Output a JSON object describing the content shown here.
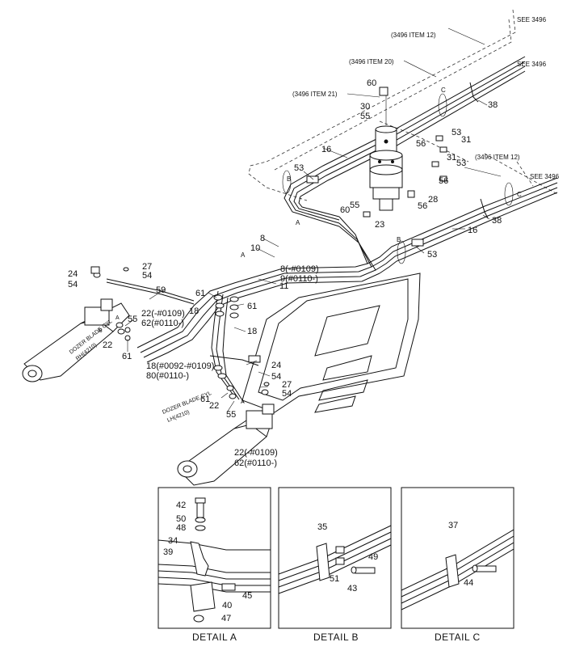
{
  "references": {
    "see_top": "SEE 3496",
    "see_mid": "SEE 3496",
    "see_right": "SEE 3496",
    "item12_top": "(3496 ITEM 12)",
    "item20": "(3496 ITEM 20)",
    "item21": "(3496 ITEM 21)",
    "item12_right": "(3496 ITEM 12)"
  },
  "view_letters": {
    "c_top": "C",
    "c_right": "C",
    "b_left": "B",
    "b_mid": "B",
    "a_mid": "A",
    "a_hose": "A",
    "a_cyl": "A",
    "b_cyl": "B",
    "a_cyl2": "A"
  },
  "callouts": {
    "c60a": "60",
    "c30": "30",
    "c55a": "55",
    "c38a": "38",
    "c53a": "53",
    "c31a": "31",
    "c56a": "56",
    "c31b": "31",
    "c53b": "53",
    "c56b": "56",
    "c16a": "16",
    "c53c": "53",
    "c55b": "55",
    "c60b": "60",
    "c28": "28",
    "c56c": "56",
    "c23": "23",
    "c38b": "38",
    "c16b": "16",
    "c53d": "53",
    "c8": "8",
    "c10": "10",
    "c8sub": "8(-#0109)",
    "c9sub": "9(#0110-)",
    "c11": "11",
    "c24a": "24",
    "c54a": "54",
    "c27a": "27",
    "c54b": "54",
    "c59": "59",
    "c61a": "61",
    "c61b": "61",
    "c18a": "18",
    "c22sub_a": "22(-#0109)",
    "c62sub_a": "62(#0110-)",
    "c55c": "55",
    "c22a": "22",
    "c61c": "61",
    "c18b": "18",
    "c18sub": "18(#0092-#0109)",
    "c80sub": "80(#0110-)",
    "c24b": "24",
    "c54c": "54",
    "c27b": "27",
    "c54d": "54",
    "c61d": "61",
    "c22b": "22",
    "c55d": "55",
    "c22sub_b": "22(-#0109)",
    "c62sub_b": "62(#0110-)"
  },
  "cylinder_labels": {
    "rh_line1": "DOZER BLADE CYL",
    "rh_line2": "RH(4210)",
    "lh_line1": "DOZER BLADE CYL",
    "lh_line2": "LH(4210)"
  },
  "details": [
    {
      "title": "DETAIL  A",
      "callouts": [
        "42",
        "50",
        "48",
        "34",
        "39",
        "45",
        "40",
        "47"
      ]
    },
    {
      "title": "DETAIL  B",
      "callouts": [
        "35",
        "49",
        "51",
        "43"
      ]
    },
    {
      "title": "DETAIL  C",
      "callouts": [
        "37",
        "44"
      ]
    }
  ]
}
